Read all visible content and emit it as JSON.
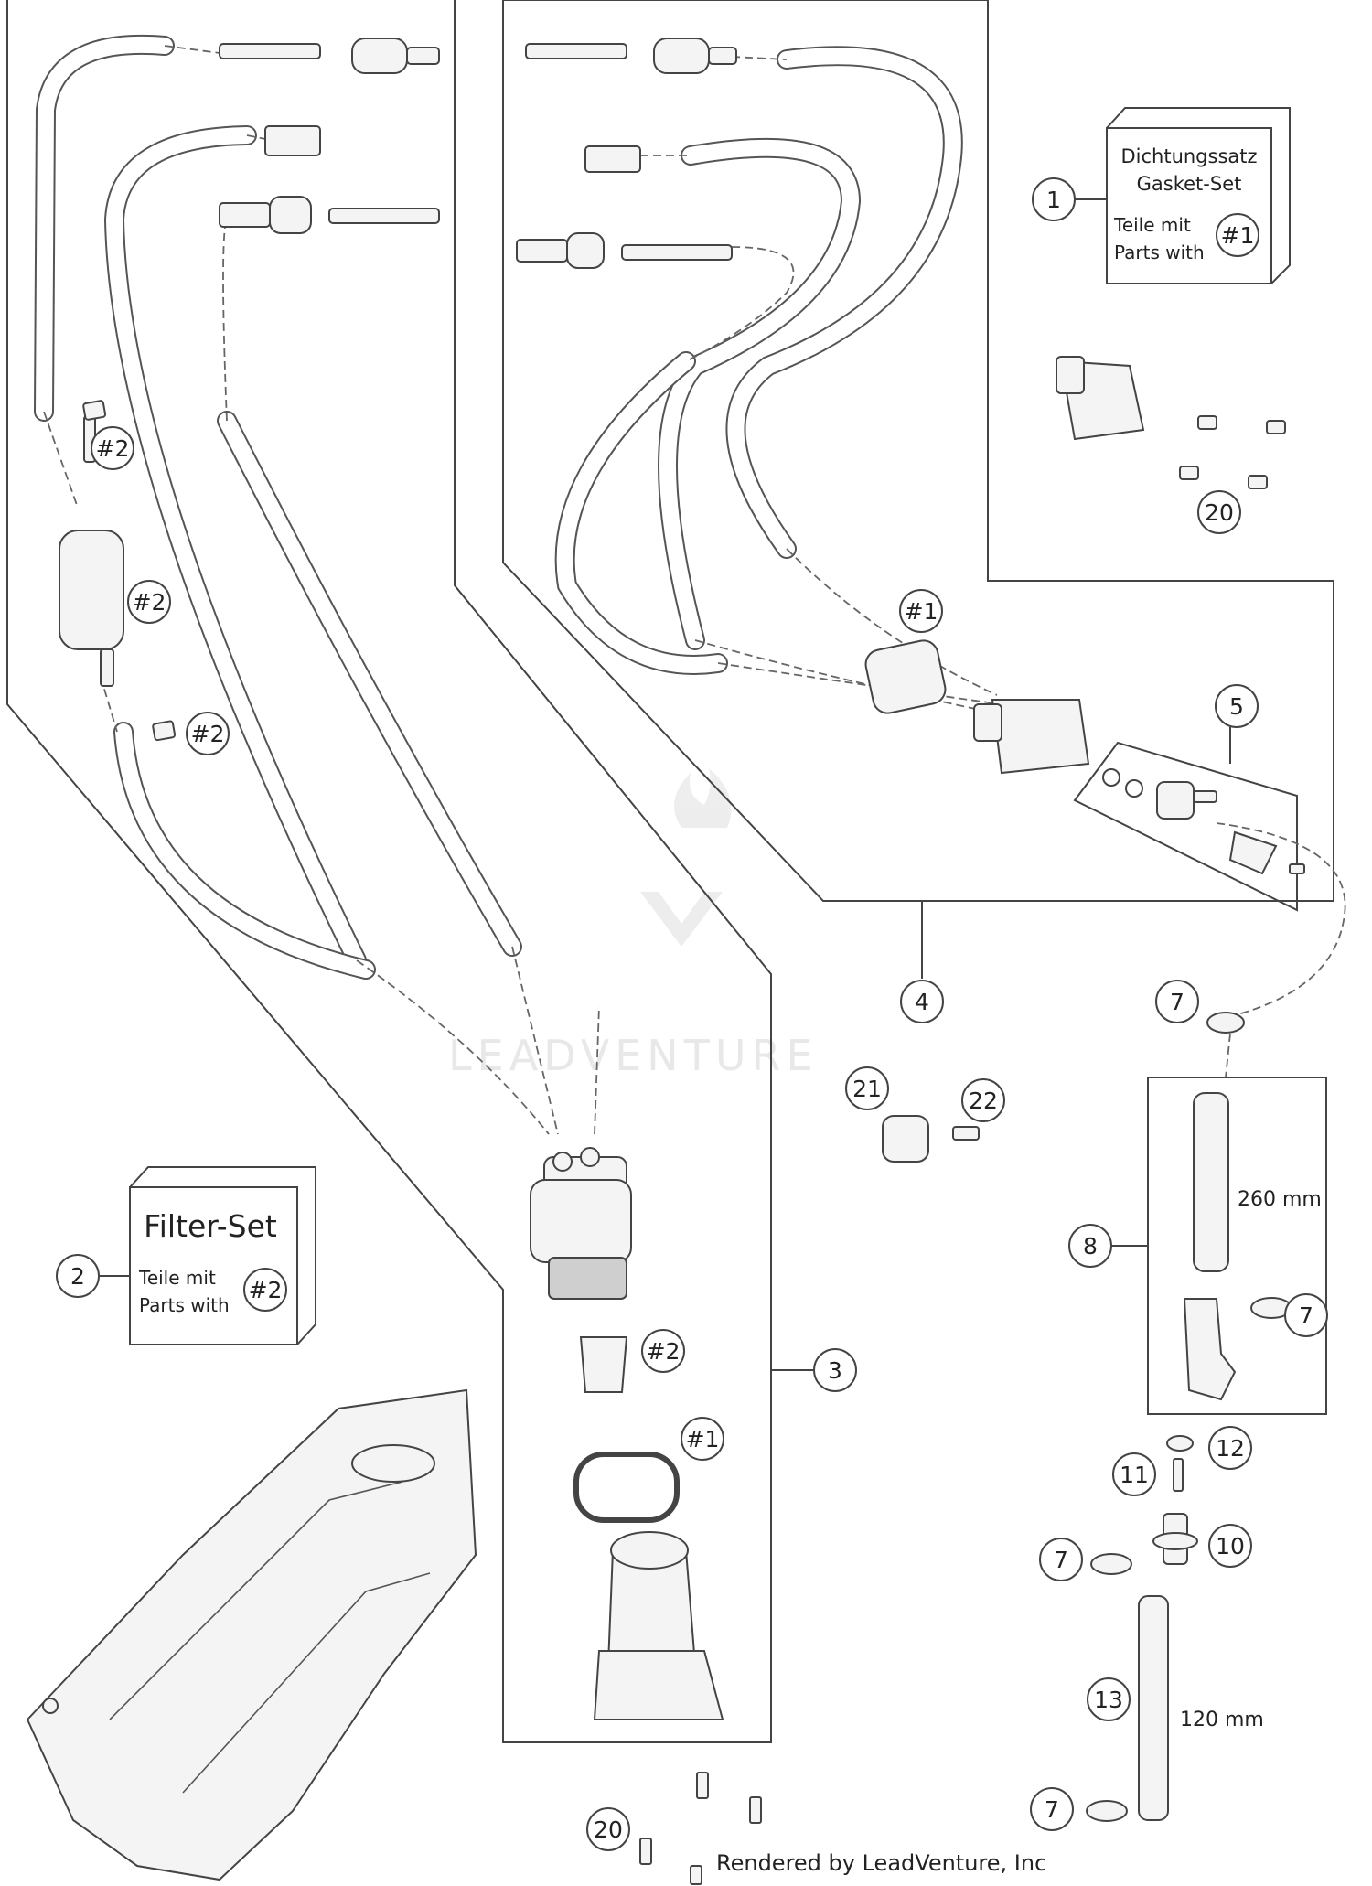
{
  "callouts": {
    "c1": "1",
    "c2": "2",
    "c3": "3",
    "c4": "4",
    "c5": "5",
    "c7a": "7",
    "c7b": "7",
    "c7c": "7",
    "c7d": "7",
    "c8": "8",
    "c10": "10",
    "c11": "11",
    "c12": "12",
    "c13": "13",
    "c20a": "20",
    "c20b": "20",
    "c21": "21",
    "c22": "22",
    "h1a": "#1",
    "h1b": "#1",
    "h1c": "#1",
    "h2a": "#2",
    "h2b": "#2",
    "h2c": "#2",
    "h2d": "#2",
    "h2e": "#2"
  },
  "gasket_box": {
    "title_de": "Dichtungssatz",
    "title_en": "Gasket-Set",
    "teile": "Teile mit",
    "parts": "Parts with"
  },
  "filter_box": {
    "title": "Filter-Set",
    "teile": "Teile mit",
    "parts": "Parts with"
  },
  "lengths": {
    "hose_8": "260 mm",
    "hose_13": "120 mm"
  },
  "watermark": "LEADVENTURE",
  "credit": "Rendered by LeadVenture, Inc"
}
